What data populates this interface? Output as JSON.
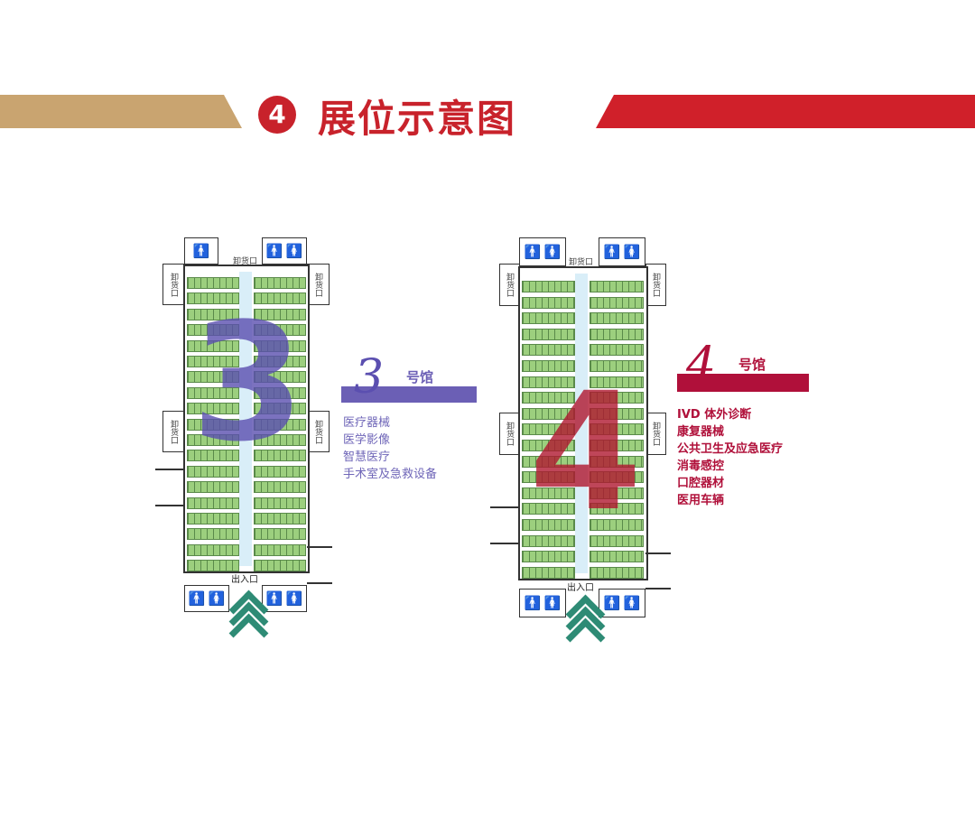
{
  "header": {
    "number": "4",
    "title": "展位示意图"
  },
  "hall3": {
    "number": "3",
    "name_suffix": "号馆",
    "unloading": "卸货口",
    "side_unloading": "卸货口",
    "entrance": "出入口",
    "icons": "restroom-icon",
    "categories": [
      "医疗器械",
      "医学影像",
      "智慧医疗",
      "手术室及急救设备"
    ],
    "color": "#6b5fb5"
  },
  "hall4": {
    "number": "4",
    "name_suffix": "号馆",
    "unloading": "卸货口",
    "side_unloading": "卸货口",
    "entrance": "出入口",
    "icons": "restroom-icon",
    "categories": [
      "IVD 体外诊断",
      "康复器械",
      "公共卫生及应急医疗",
      "消毒感控",
      "口腔器材",
      "医用车辆"
    ],
    "color": "#b0103a"
  }
}
